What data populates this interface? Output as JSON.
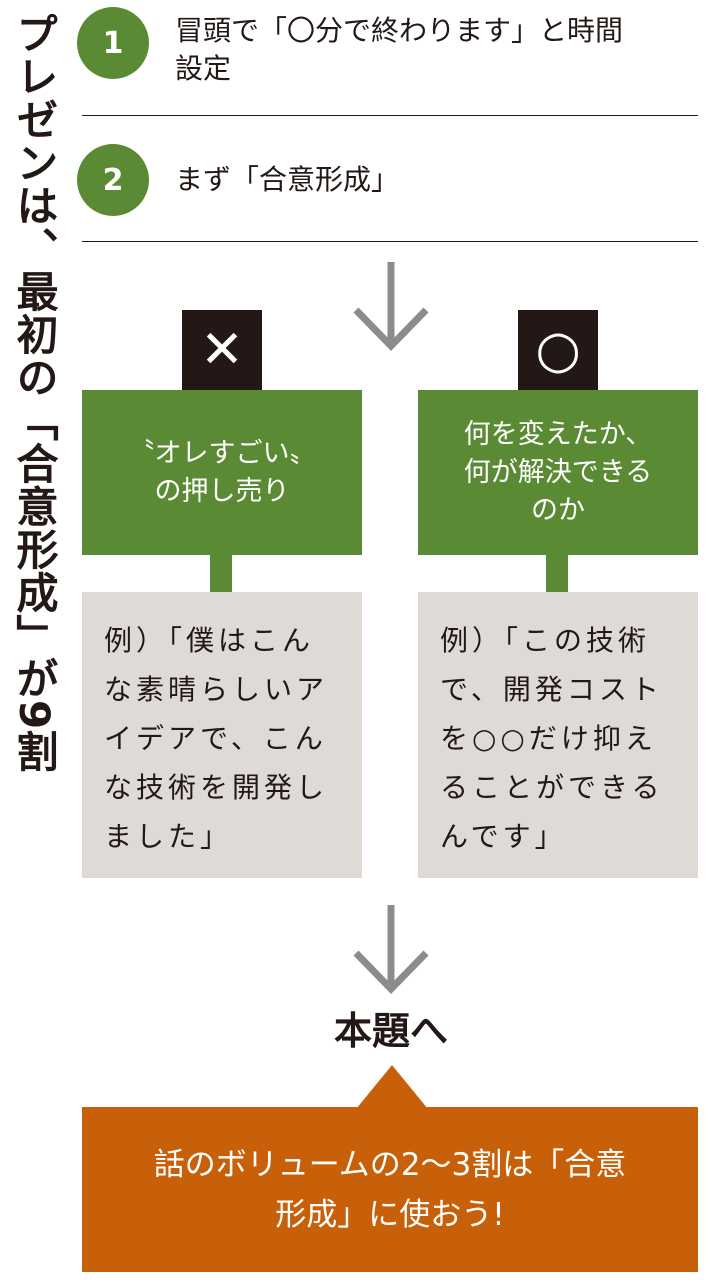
{
  "title": "プレゼンは、最初の「合意形成」が9割",
  "steps": [
    {
      "number": "1",
      "text": "冒頭で「〇分で終わります」と時間設定"
    },
    {
      "number": "2",
      "text": "まず「合意形成」"
    }
  ],
  "bad": {
    "mark": "✕",
    "heading": "〝オレすごい〟の押し売り",
    "example": "例）「僕はこんな素晴らしいアイデアで、こんな技術を開発しました」"
  },
  "good": {
    "mark": "○",
    "heading": "何を変えたか、何が解決できるのか",
    "example": "例）「この技術で、開発コストを○○だけ抑えることができるんです」"
  },
  "main_topic": "本題へ",
  "conclusion": "話のボリュームの2〜3割は「合意形成」に使おう!",
  "colors": {
    "green": "#5b8a35",
    "orange": "#c8600a",
    "gray": "#dedad6",
    "arrow": "#8c8c8c"
  }
}
